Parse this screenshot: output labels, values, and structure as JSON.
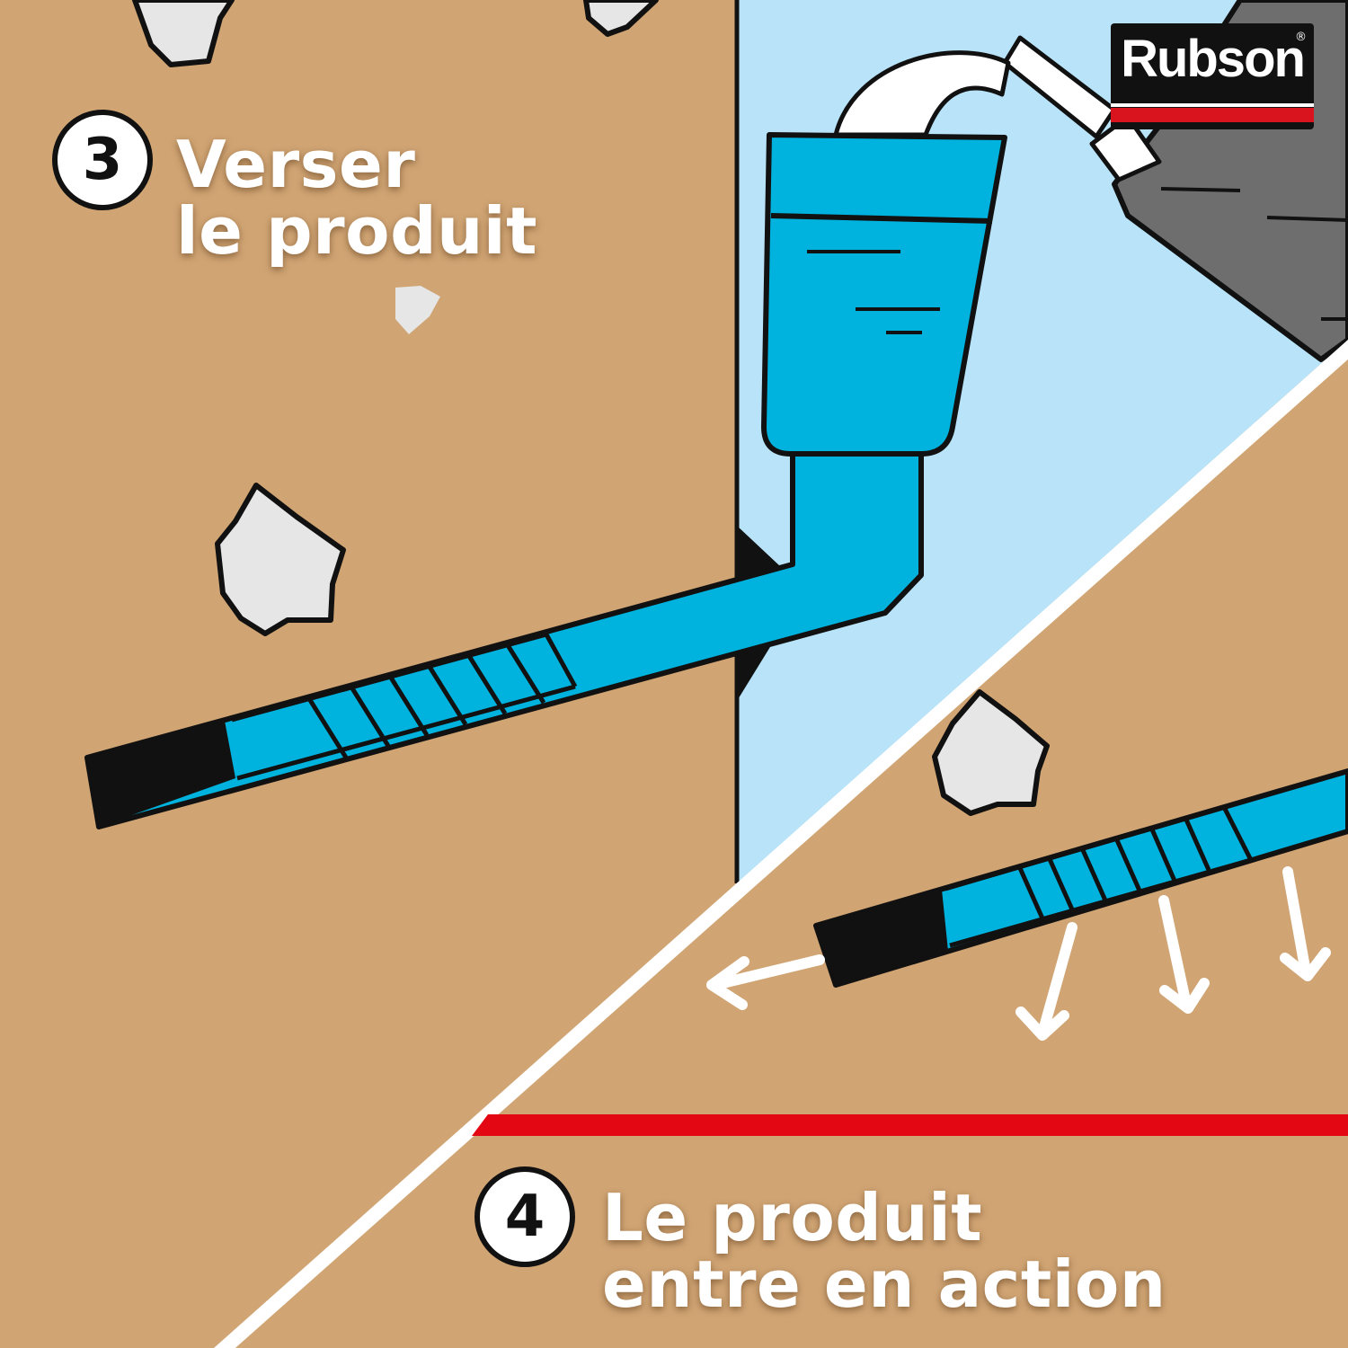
{
  "brand": {
    "name": "Rubson",
    "registered_mark": "®",
    "colors": {
      "background": "#111111",
      "stripe": "#d9141f",
      "text": "#ffffff"
    }
  },
  "steps": [
    {
      "number": "3",
      "lines": [
        "Verser",
        "le produit"
      ]
    },
    {
      "number": "4",
      "lines": [
        "Le produit",
        "entre en action"
      ]
    }
  ],
  "palette": {
    "ground": "#d0a473",
    "sky": "#b8e3f8",
    "pipe": "#00b3de",
    "outline": "#111111",
    "stone": "#e6e6e6",
    "bottle": "#6e6e6e",
    "water_line": "#e30613",
    "arrow": "#ffffff"
  },
  "icons": [
    "bottle-icon",
    "funnel-icon",
    "pipe-icon",
    "stone-icon",
    "arrow-icon"
  ]
}
